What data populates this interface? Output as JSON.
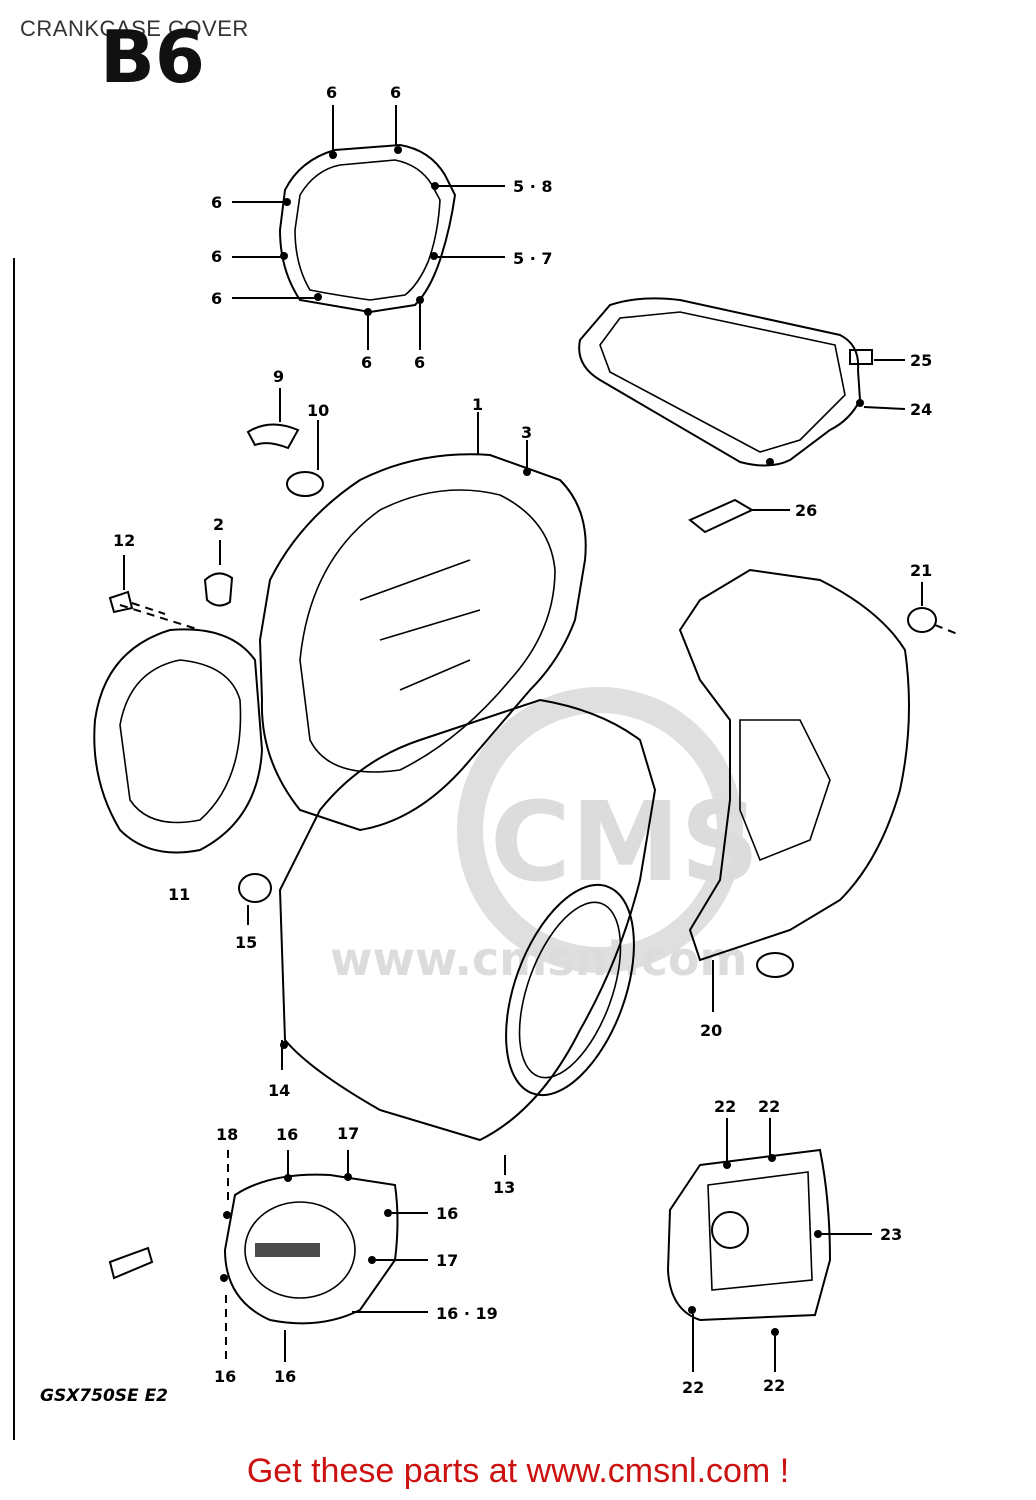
{
  "title": "CRANKCASE COVER",
  "figure_code": "B6",
  "model_code": "GSX750SE E2",
  "footer": "Get these parts at www.cmsnl.com !",
  "watermark": {
    "logo": "CMS",
    "url": "www.cmsnl.com"
  },
  "callouts": {
    "p1": "1",
    "p2": "2",
    "p3": "3",
    "p6a": "6",
    "p6b": "6",
    "p6c": "6",
    "p6d": "6",
    "p6e": "6",
    "p6f": "6",
    "p6g": "6",
    "p58": "5 · 8",
    "p57": "5 · 7",
    "p9": "9",
    "p10": "10",
    "p11": "11",
    "p12": "12",
    "p13": "13",
    "p14": "14",
    "p15": "15",
    "p16a": "16",
    "p16b": "16",
    "p16c": "16",
    "p16d": "16",
    "p1619": "16 · 19",
    "p17a": "17",
    "p17b": "17",
    "p18": "18",
    "p20": "20",
    "p21": "21",
    "p22a": "22",
    "p22b": "22",
    "p22c": "22",
    "p22d": "22",
    "p23": "23",
    "p24": "24",
    "p25": "25",
    "p26": "26"
  },
  "colors": {
    "footer": "#cc1111",
    "ink": "#000000",
    "watermark": "#d9d9d9"
  }
}
